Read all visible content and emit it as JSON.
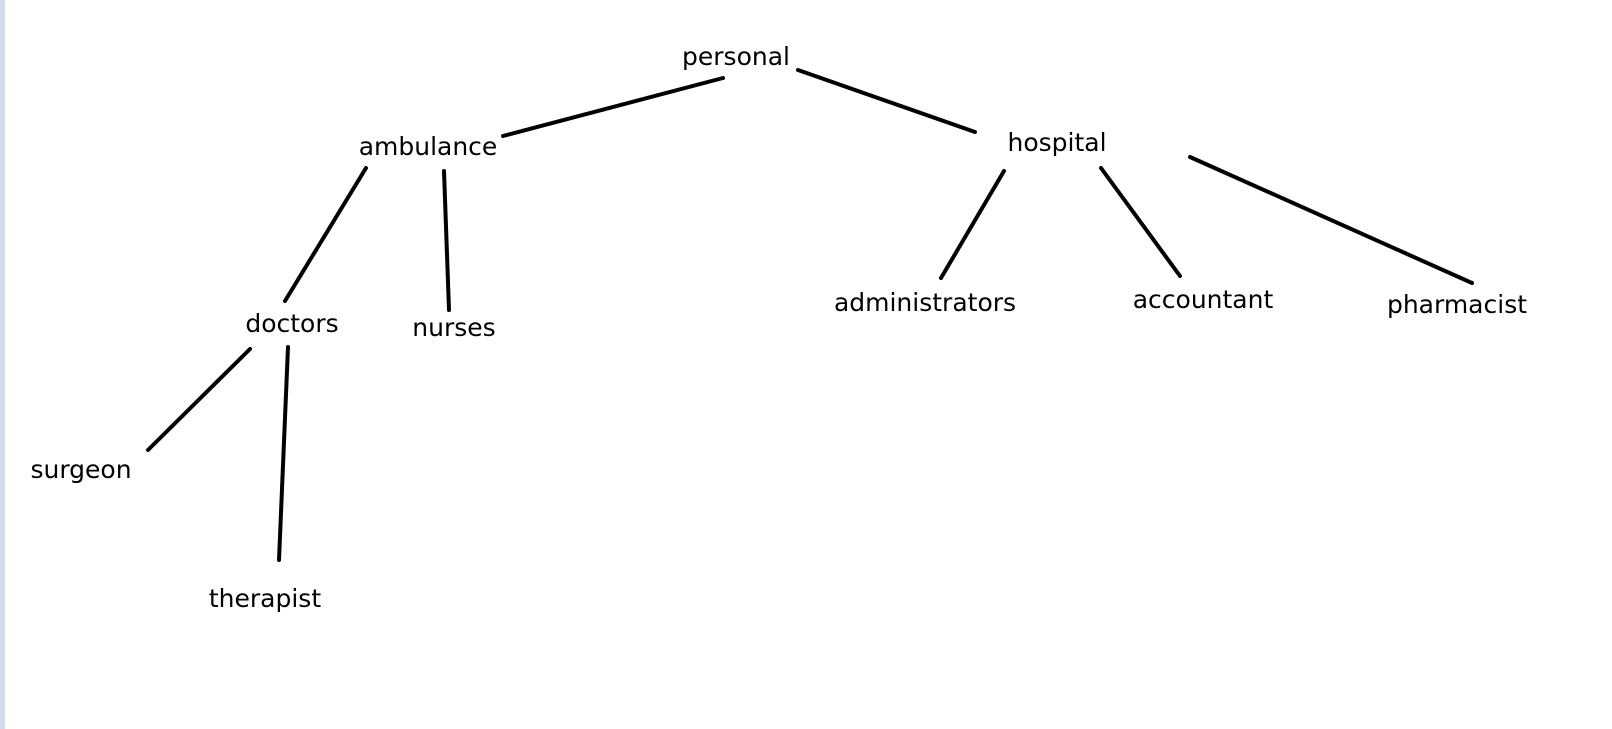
{
  "diagram": {
    "type": "tree",
    "nodes": {
      "personal": "personal",
      "ambulance": "ambulance",
      "hospital": "hospital",
      "doctors": "doctors",
      "nurses": "nurses",
      "administrators": "administrators",
      "accountant": "accountant",
      "pharmacist": "pharmacist",
      "surgeon": "surgeon",
      "therapist": "therapist"
    },
    "edges": [
      {
        "from": "personal",
        "to": "ambulance"
      },
      {
        "from": "personal",
        "to": "hospital"
      },
      {
        "from": "ambulance",
        "to": "doctors"
      },
      {
        "from": "ambulance",
        "to": "nurses"
      },
      {
        "from": "hospital",
        "to": "administrators"
      },
      {
        "from": "hospital",
        "to": "accountant"
      },
      {
        "from": "hospital",
        "to": "pharmacist"
      },
      {
        "from": "doctors",
        "to": "surgeon"
      },
      {
        "from": "doctors",
        "to": "therapist"
      }
    ],
    "colors": {
      "line": "#000000",
      "text": "#000000",
      "background": "#ffffff",
      "left_strip": "#d3dbe9"
    }
  }
}
